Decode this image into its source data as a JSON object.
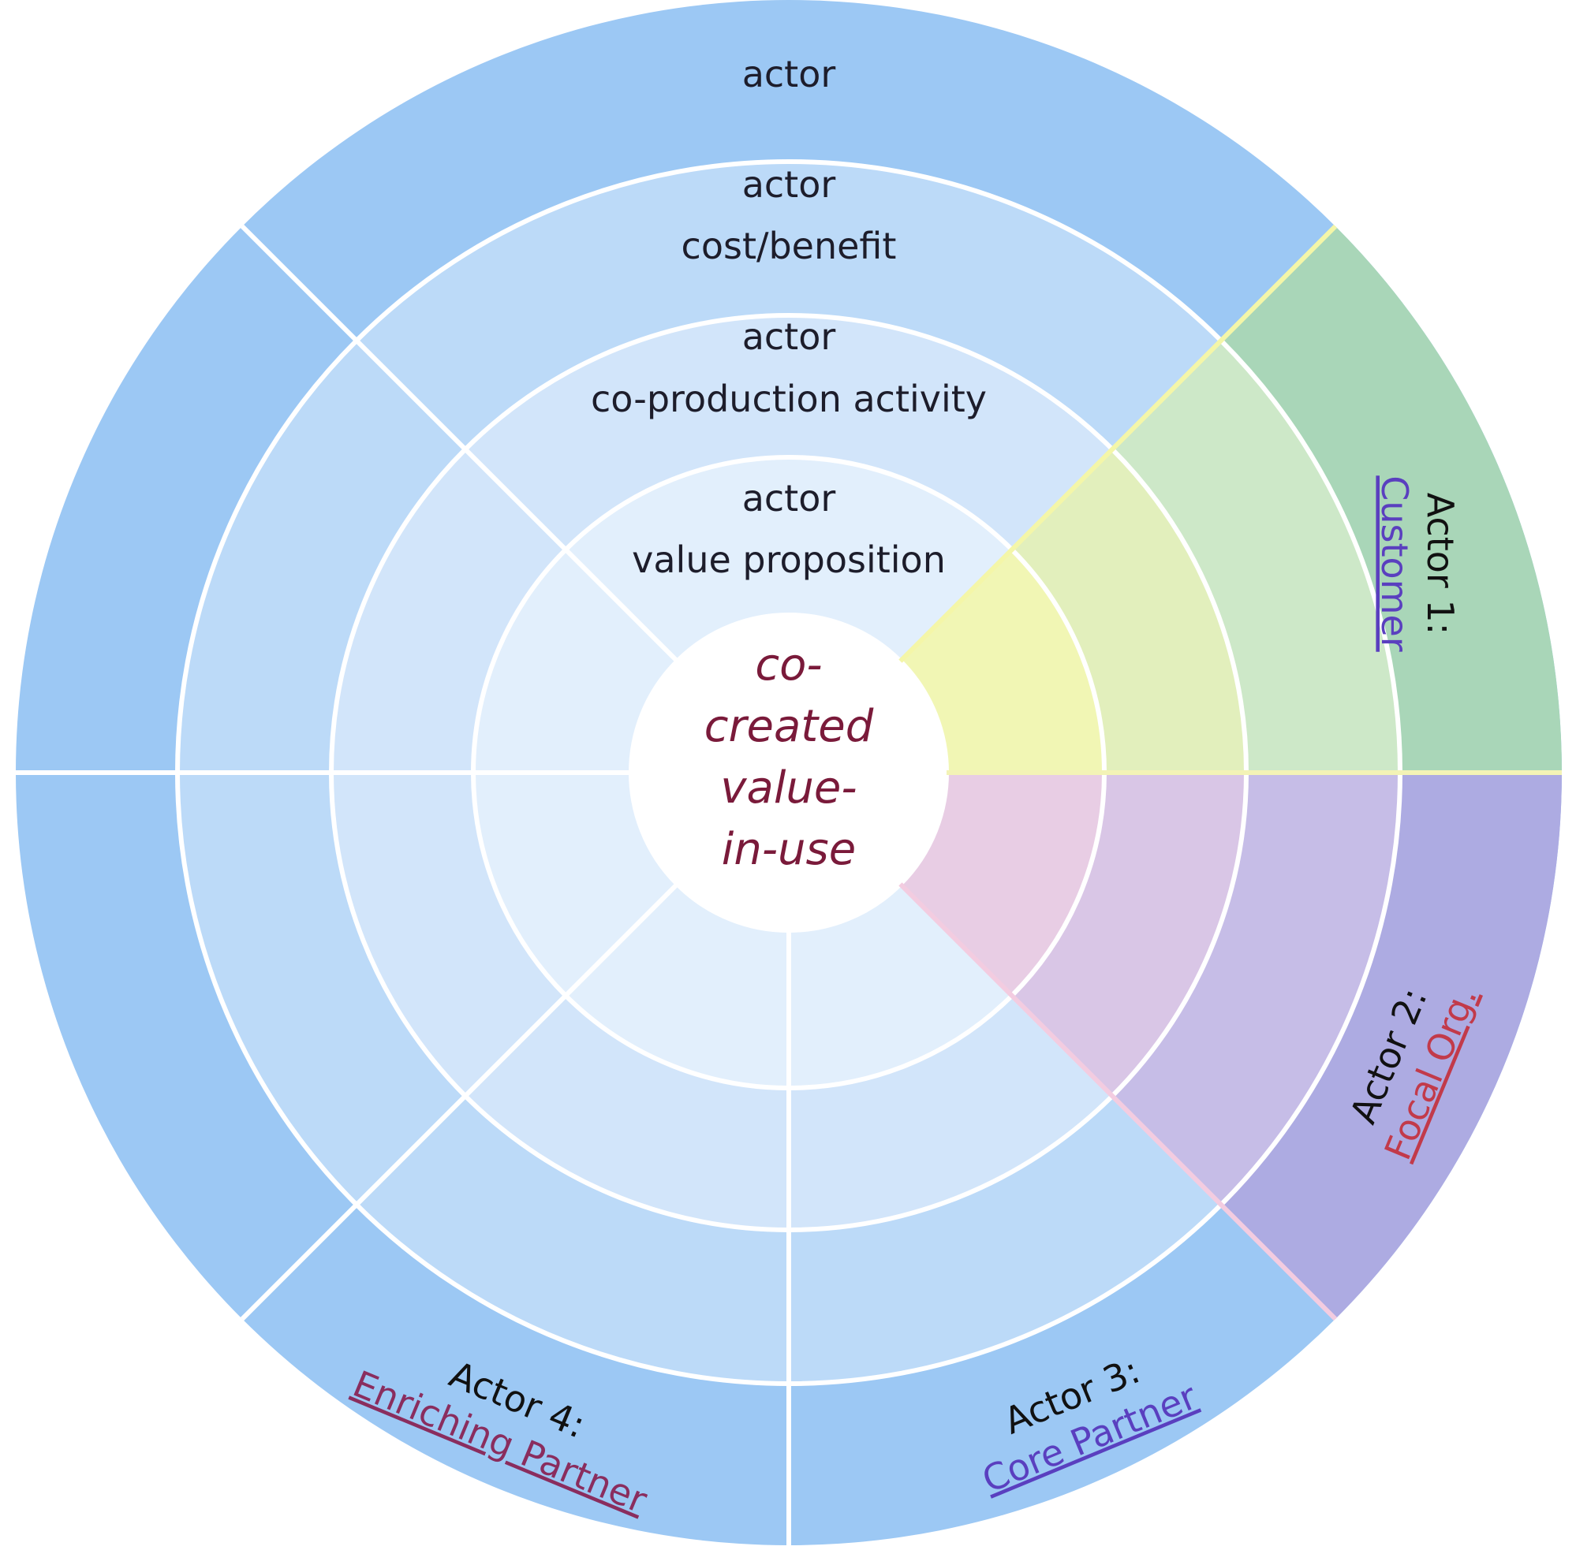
{
  "diagram": {
    "center_lines": [
      "co-",
      "created",
      "value-",
      "in-use"
    ],
    "rings": {
      "outer": [
        "actor"
      ],
      "ring3": [
        "actor",
        "cost/benefit"
      ],
      "ring2": [
        "actor",
        "co-production activity"
      ],
      "ring1": [
        "actor",
        "value proposition"
      ]
    },
    "actors": [
      {
        "title": "Actor 1:",
        "name": "Customer"
      },
      {
        "title": "Actor 2:",
        "name": "Focal Org."
      },
      {
        "title": "Actor 3:",
        "name": "Core Partner"
      },
      {
        "title": "Actor 4:",
        "name": "Enriching Partner"
      }
    ],
    "colors": {
      "outer_ring": "#9cc8f4",
      "ring3": "#bcdaf8",
      "ring2": "#d2e5fa",
      "ring1": "#e2effc",
      "center": "#ffffff",
      "customer_outer": "#a9d6b8",
      "customer_ring3": "#cde8c8",
      "customer_ring2": "#e2efbc",
      "customer_ring1": "#f1f6b4",
      "focal_outer": "#adabe2",
      "focal_ring3": "#c6bde7",
      "focal_ring2": "#d9c6e6",
      "focal_ring1": "#e8cde4",
      "customer_name": "#5a3fbf",
      "focal_name": "#c23a4a",
      "core_name": "#5a3fbf",
      "enriching_name": "#8a2d5e",
      "center_text": "#7a1a3a",
      "divider": "#ffffff"
    }
  }
}
